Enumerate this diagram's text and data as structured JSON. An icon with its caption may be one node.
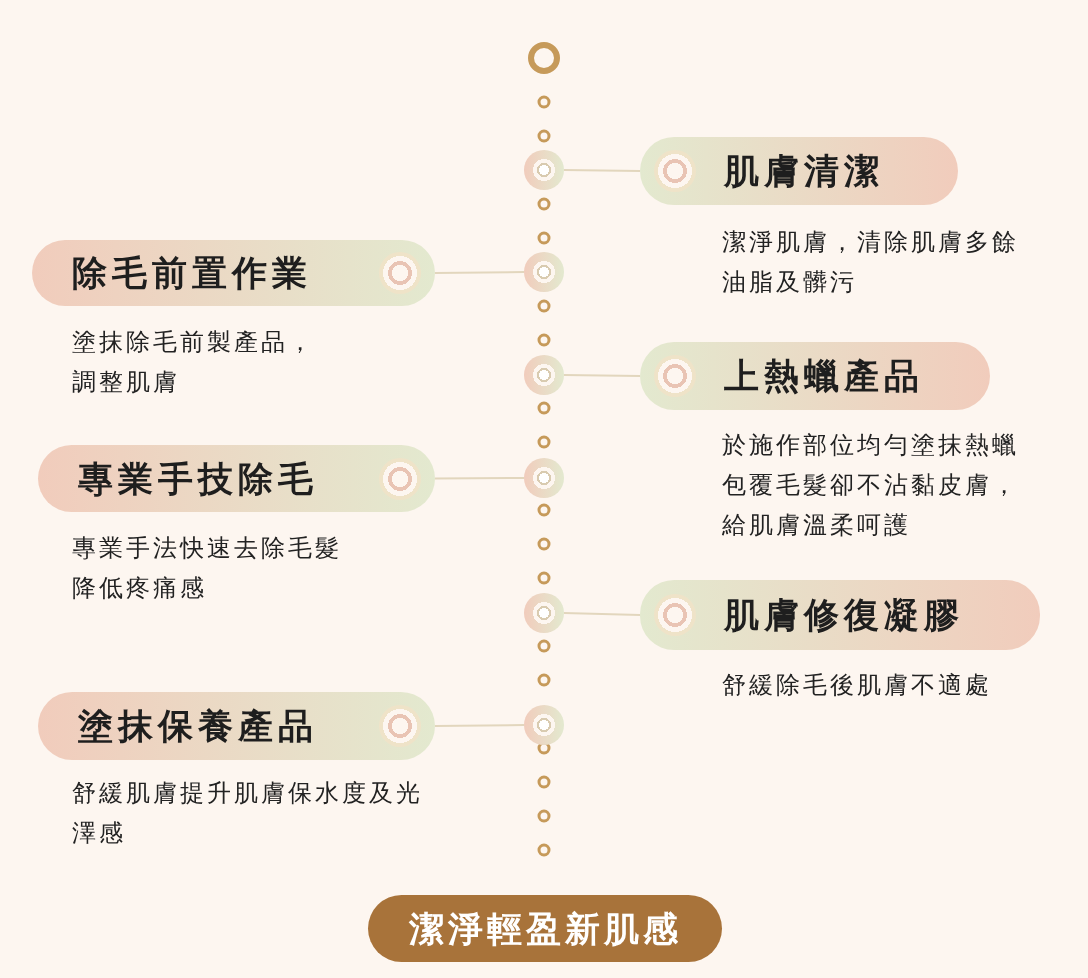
{
  "diagram": {
    "nodes": [
      {
        "text": [
          "肌膚清潔"
        ],
        "beside": [
          "潔淨肌膚，清除肌膚多餘油脂及髒污"
        ]
      },
      {
        "text": [],
        "shape": "circle"
      },
      {
        "text": [
          "除毛前置作業"
        ],
        "beside": [
          "塗抹除毛前製產品，調整肌膚"
        ]
      },
      {
        "text": [],
        "shape": "circle"
      },
      {
        "text": [
          "上熱蠟產品"
        ],
        "beside": [
          "於施作部位均勻塗抹熱蠟包覆毛髮卻不沾黏皮膚，給肌膚溫柔呵護"
        ]
      },
      {
        "text": [],
        "shape": "circle"
      },
      {
        "text": [
          "專業手技除毛"
        ],
        "beside": [
          "專業手法快速去除毛髮降低疼痛感"
        ]
      },
      {
        "text": [],
        "shape": "circle"
      },
      {
        "text": [
          "肌膚修復凝膠"
        ],
        "beside": [
          "舒緩除毛後肌膚不適處"
        ]
      },
      {
        "text": [],
        "shape": "circle"
      },
      {
        "text": [
          "塗抹保養產品"
        ],
        "beside": [
          "舒緩肌膚提升肌膚保水度及光澤感"
        ]
      },
      {
        "text": [],
        "shape": "circle"
      },
      {
        "text": [
          "潔淨輕盈新肌感"
        ]
      }
    ],
    "edges": [
      {
        "from": 1,
        "to": 0,
        "arrow": "none"
      },
      {
        "from": 3,
        "to": 2,
        "arrow": "none"
      },
      {
        "from": 5,
        "to": 4,
        "arrow": "none"
      },
      {
        "from": 7,
        "to": 6,
        "arrow": "none"
      },
      {
        "from": 9,
        "to": 8,
        "arrow": "none"
      },
      {
        "from": 11,
        "to": 10,
        "arrow": "none"
      }
    ]
  }
}
